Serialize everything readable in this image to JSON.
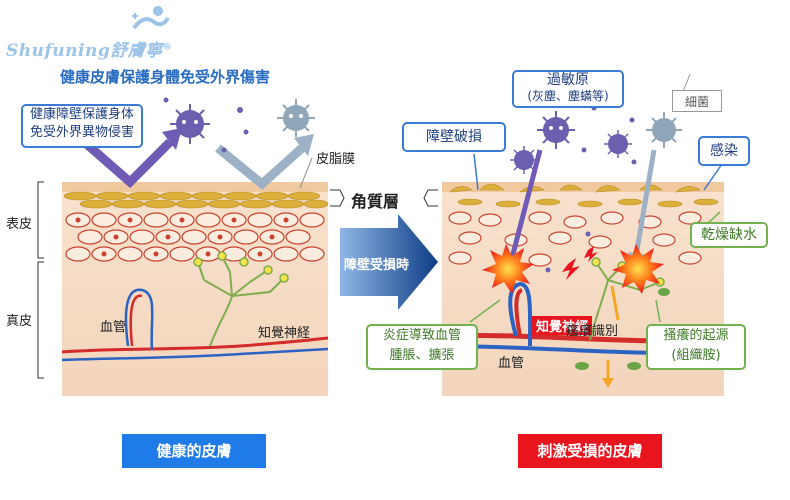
{
  "brand": {
    "name": "Shufuning",
    "suffix": "舒膚寧",
    "reg": "®"
  },
  "left_panel": {
    "title": "健康皮膚保護身體免受外界傷害",
    "callout_lines": [
      "健康障壁保護身体",
      "免受外界異物侵害"
    ],
    "sebum_label": "皮脂膜",
    "vessel_label": "血管",
    "nerve_label": "知覺神経",
    "caption": "健康的皮膚",
    "caption_color": "#1e7be8"
  },
  "layers": {
    "epidermis": "表皮",
    "dermis": "真皮",
    "stratum_corneum": "角質層"
  },
  "transition": {
    "label": "障壁受損時"
  },
  "right_panel": {
    "allergen_title": "過敏原",
    "allergen_detail": "(灰塵、塵蟎等)",
    "bacteria_label": "細菌",
    "barrier_damage": "障壁破損",
    "infection": "感染",
    "dryness": "乾燥缺水",
    "nerve_label": "知覺神經",
    "itch_recognition": "瘙癢識別",
    "inflammation_lines": [
      "炎症導致血管",
      "腫脹、擴張"
    ],
    "itch_origin_lines": [
      "搔癢的起源",
      "(組織胺)"
    ],
    "vessel_label": "血管",
    "caption": "刺激受損的皮膚",
    "caption_color": "#e8141e"
  },
  "colors": {
    "accent_blue": "#2a6cc0",
    "green": "#72b14e",
    "skin": "#f6dcc6",
    "vessel_red": "#d42b2b",
    "vessel_blue": "#2b63c4"
  },
  "icons": [
    "virus-icon",
    "bacteria-icon",
    "explosion-icon",
    "lightning-icon",
    "arrow-icon"
  ]
}
